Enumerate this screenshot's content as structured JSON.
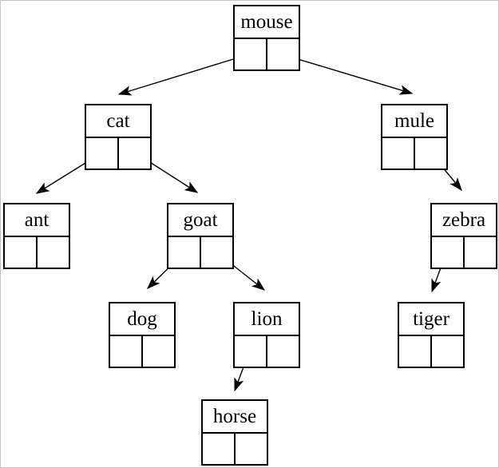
{
  "diagram": {
    "type": "binary-tree",
    "description": "Linked binary tree of animal names; each node box has a label cell on top and left/right pointer cells below, with arrows from pointer cells to child nodes.",
    "colors": {
      "background": "#ffffff",
      "line": "#000000",
      "frame": "#c4c4c4"
    },
    "nodes": [
      {
        "label": "mouse",
        "left_child": "cat",
        "right_child": "mule"
      },
      {
        "label": "cat",
        "left_child": "ant",
        "right_child": "goat"
      },
      {
        "label": "mule",
        "left_child": null,
        "right_child": "zebra"
      },
      {
        "label": "ant",
        "left_child": null,
        "right_child": null
      },
      {
        "label": "goat",
        "left_child": "dog",
        "right_child": "lion"
      },
      {
        "label": "zebra",
        "left_child": "tiger",
        "right_child": null
      },
      {
        "label": "dog",
        "left_child": null,
        "right_child": null
      },
      {
        "label": "lion",
        "left_child": "horse",
        "right_child": null
      },
      {
        "label": "tiger",
        "left_child": null,
        "right_child": null
      },
      {
        "label": "horse",
        "left_child": null,
        "right_child": null
      }
    ],
    "edges": [
      {
        "from": "mouse",
        "pointer": "left",
        "to": "cat"
      },
      {
        "from": "mouse",
        "pointer": "right",
        "to": "mule"
      },
      {
        "from": "cat",
        "pointer": "left",
        "to": "ant"
      },
      {
        "from": "cat",
        "pointer": "right",
        "to": "goat"
      },
      {
        "from": "mule",
        "pointer": "right",
        "to": "zebra"
      },
      {
        "from": "goat",
        "pointer": "left",
        "to": "dog"
      },
      {
        "from": "goat",
        "pointer": "right",
        "to": "lion"
      },
      {
        "from": "zebra",
        "pointer": "left",
        "to": "tiger"
      },
      {
        "from": "lion",
        "pointer": "left",
        "to": "horse"
      }
    ]
  }
}
